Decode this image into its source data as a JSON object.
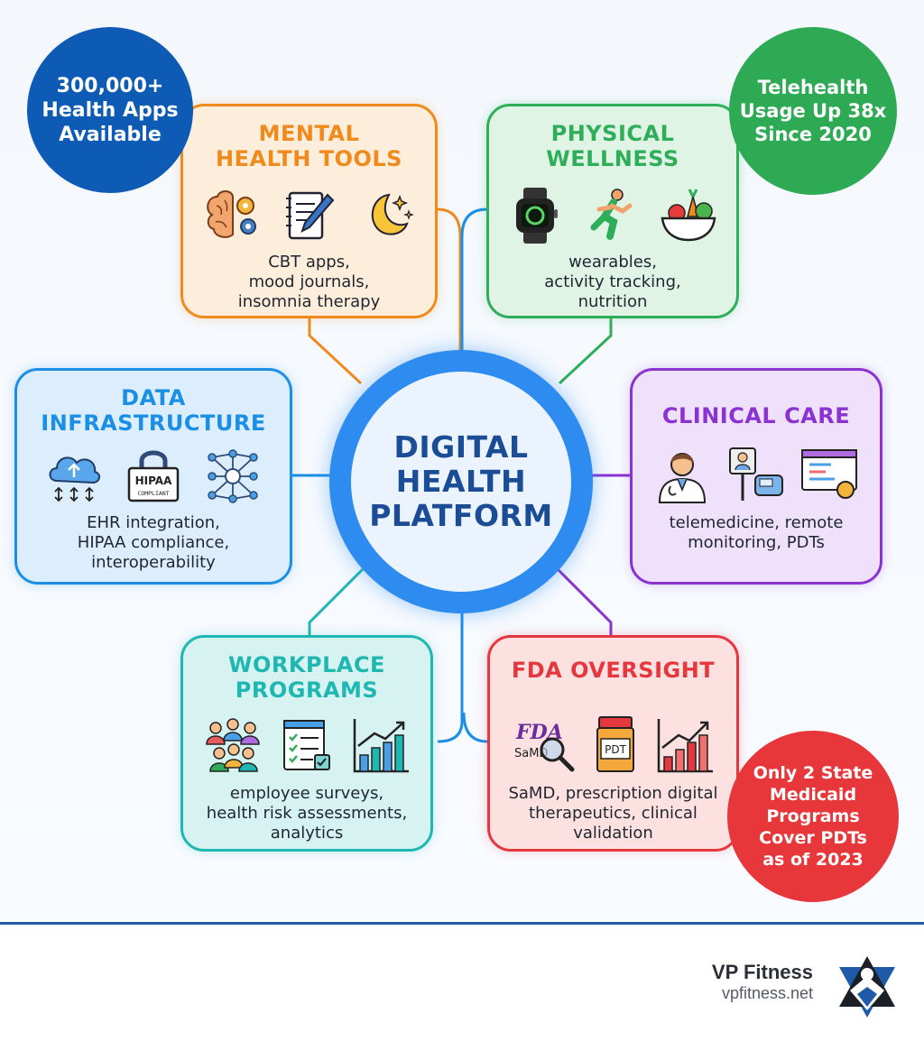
{
  "center": {
    "title": "DIGITAL\nHEALTH\nPLATFORM"
  },
  "stats": {
    "apps": {
      "text": "300,000+\nHealth Apps\nAvailable",
      "color": "#0d5bb5"
    },
    "telehealth": {
      "text": "Telehealth\nUsage Up 38x\nSince 2020",
      "color": "#2eaa55"
    },
    "medicaid": {
      "text": "Only 2 State\nMedicaid\nPrograms\nCover PDTs\nas of 2023",
      "color": "#e8373a"
    }
  },
  "categories": {
    "mental": {
      "title": "MENTAL\nHEALTH TOOLS",
      "description": "CBT apps,\nmood journals,\ninsomnia therapy",
      "color": "#f08a1c",
      "icons": [
        "brain-gears-icon",
        "journal-pen-icon",
        "moon-stars-icon"
      ]
    },
    "physical": {
      "title": "PHYSICAL\nWELLNESS",
      "description": "wearables,\nactivity tracking,\nnutrition",
      "color": "#2fae5a",
      "icons": [
        "smartwatch-icon",
        "runner-icon",
        "vegetable-bowl-icon"
      ]
    },
    "data": {
      "title": "DATA\nINFRASTRUCTURE",
      "description": "EHR integration,\nHIPAA compliance,\ninteroperability",
      "color": "#1b8ee6",
      "icons": [
        "cloud-sync-icon",
        "hipaa-lock-icon",
        "network-icon"
      ],
      "hipaa_label": "HIPAA",
      "hipaa_sub": "COMPLIANT"
    },
    "clinical": {
      "title": "CLINICAL CARE",
      "description": "telemedicine, remote\nmonitoring, PDTs",
      "color": "#8a33d1",
      "icons": [
        "doctor-icon",
        "remote-monitor-icon",
        "dashboard-icon"
      ]
    },
    "workplace": {
      "title": "WORKPLACE\nPROGRAMS",
      "description": "employee surveys,\nhealth risk assessments,\nanalytics",
      "color": "#1fb7b2",
      "icons": [
        "team-icon",
        "checklist-icon",
        "bar-growth-icon"
      ]
    },
    "fda": {
      "title": "FDA OVERSIGHT",
      "description": "SaMD, prescription digital\ntherapeutics, clinical\nvalidation",
      "color": "#e5373e",
      "icons": [
        "fda-samd-icon",
        "pdt-bottle-icon",
        "red-bar-growth-icon"
      ],
      "fda_label": "FDA",
      "samd_label": "SaMD",
      "pdt_label": "PDT"
    }
  },
  "brand": {
    "name": "VP Fitness",
    "url": "vpfitness.net"
  }
}
